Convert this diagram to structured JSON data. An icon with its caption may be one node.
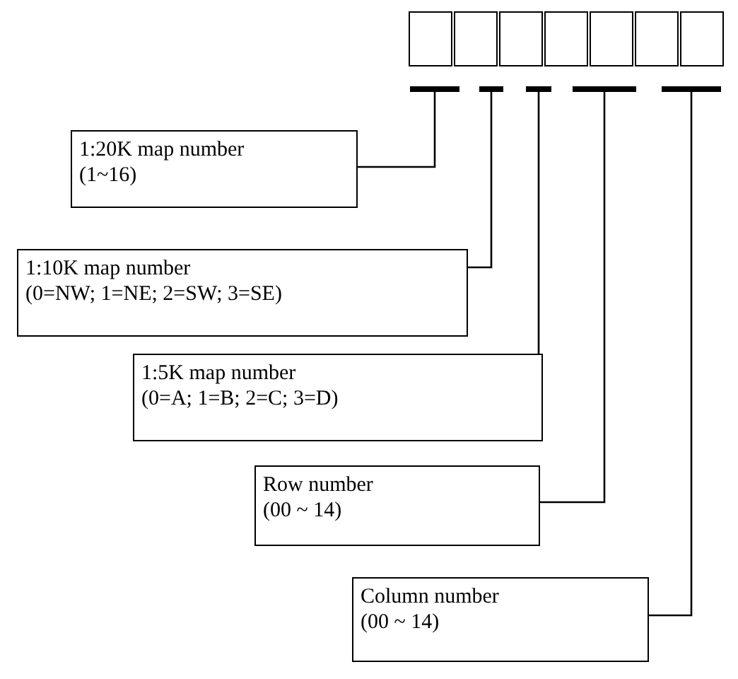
{
  "diagram": {
    "nodes": [
      {
        "text": [],
        "shape": "box"
      },
      {
        "text": [],
        "shape": "box"
      },
      {
        "text": [],
        "shape": "box"
      },
      {
        "text": [],
        "shape": "box"
      },
      {
        "text": [],
        "shape": "box"
      },
      {
        "text": [],
        "shape": "box"
      },
      {
        "text": [],
        "shape": "box"
      },
      {
        "text": [],
        "shape": "bar"
      },
      {
        "text": [],
        "shape": "bar"
      },
      {
        "text": [],
        "shape": "bar"
      },
      {
        "text": [],
        "shape": "bar"
      },
      {
        "text": [],
        "shape": "bar"
      },
      {
        "text": [
          "1:20K map number",
          "(1~16)"
        ]
      },
      {
        "text": [
          "1:10K map number",
          "(0=NW; 1=NE; 2=SW; 3=SE)"
        ]
      },
      {
        "text": [
          "1:5K map number",
          "(0=A; 1=B; 2=C; 3=D)"
        ]
      },
      {
        "text": [
          "Row number",
          "(00 ~ 14)"
        ]
      },
      {
        "text": [
          "Column number",
          "(00 ~ 14)"
        ]
      }
    ],
    "edges": [
      {
        "from": 12,
        "to": 7,
        "arrow": "none"
      },
      {
        "from": 13,
        "to": 8,
        "arrow": "none"
      },
      {
        "from": 14,
        "to": 9,
        "arrow": "none"
      },
      {
        "from": 15,
        "to": 10,
        "arrow": "none"
      },
      {
        "from": 16,
        "to": 11,
        "arrow": "none"
      }
    ]
  }
}
